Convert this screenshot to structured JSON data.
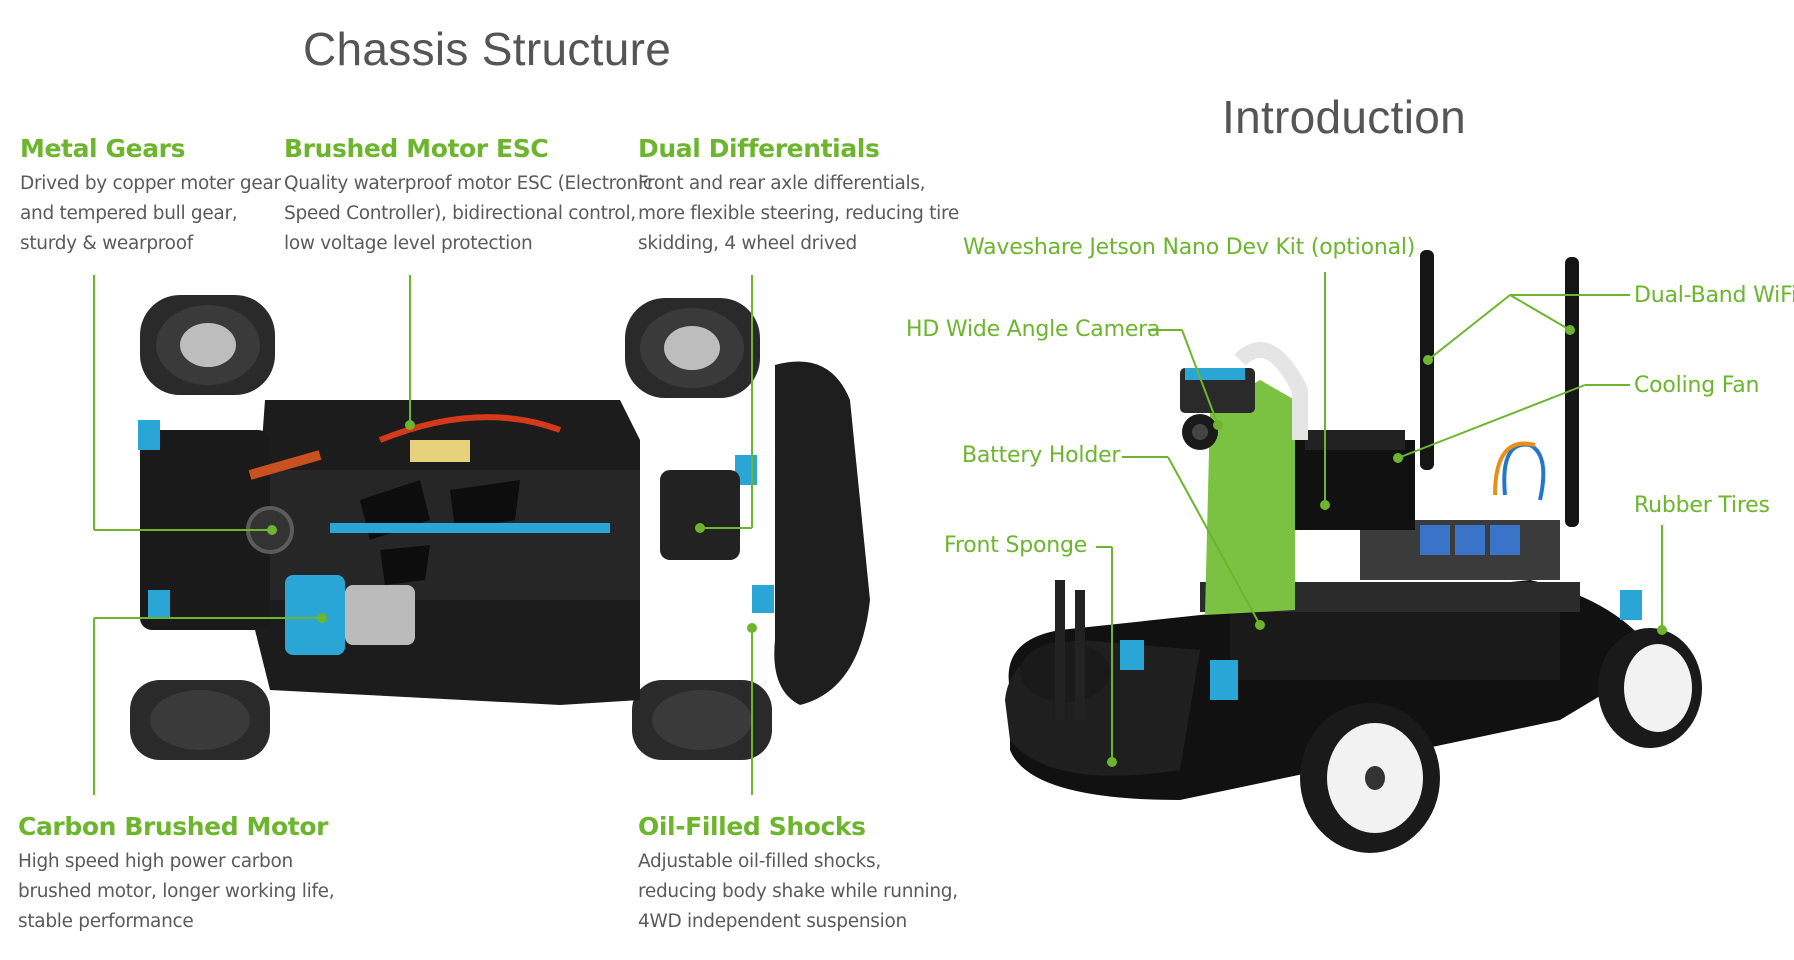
{
  "chassis": {
    "title": "Chassis Structure",
    "features": [
      {
        "name": "Metal Gears",
        "lines": [
          "Drived by copper moter gear",
          "and tempered bull gear,",
          "sturdy & wearproof"
        ]
      },
      {
        "name": "Brushed Motor ESC",
        "lines": [
          "Quality waterproof motor ESC (Electronic",
          "Speed Controller), bidirectional control,",
          "low voltage level protection"
        ]
      },
      {
        "name": "Dual Differentials",
        "lines": [
          "Front and rear axle differentials,",
          "more flexible steering, reducing tire",
          "skidding, 4 wheel drived"
        ]
      },
      {
        "name": "Carbon Brushed Motor",
        "lines": [
          "High speed high power carbon",
          "brushed motor, longer working life,",
          "stable performance"
        ]
      },
      {
        "name": "Oil-Filled Shocks",
        "lines": [
          "Adjustable oil-filled shocks,",
          "reducing body shake while running,",
          "4WD independent suspension"
        ]
      }
    ]
  },
  "introduction": {
    "title": "Introduction",
    "labels": [
      "Waveshare Jetson Nano Dev Kit (optional)",
      "HD Wide Angle Camera",
      "Battery Holder",
      "Front Sponge",
      "Dual-Band WiFi",
      "Cooling Fan",
      "Rubber Tires"
    ]
  },
  "colors": {
    "accent": "#6cb52d",
    "title": "#555555",
    "text": "#5a5a5a",
    "chassis_black": "#1c1c1c",
    "shock_blue": "#2aa6d6",
    "holder_green": "#7cc242"
  }
}
